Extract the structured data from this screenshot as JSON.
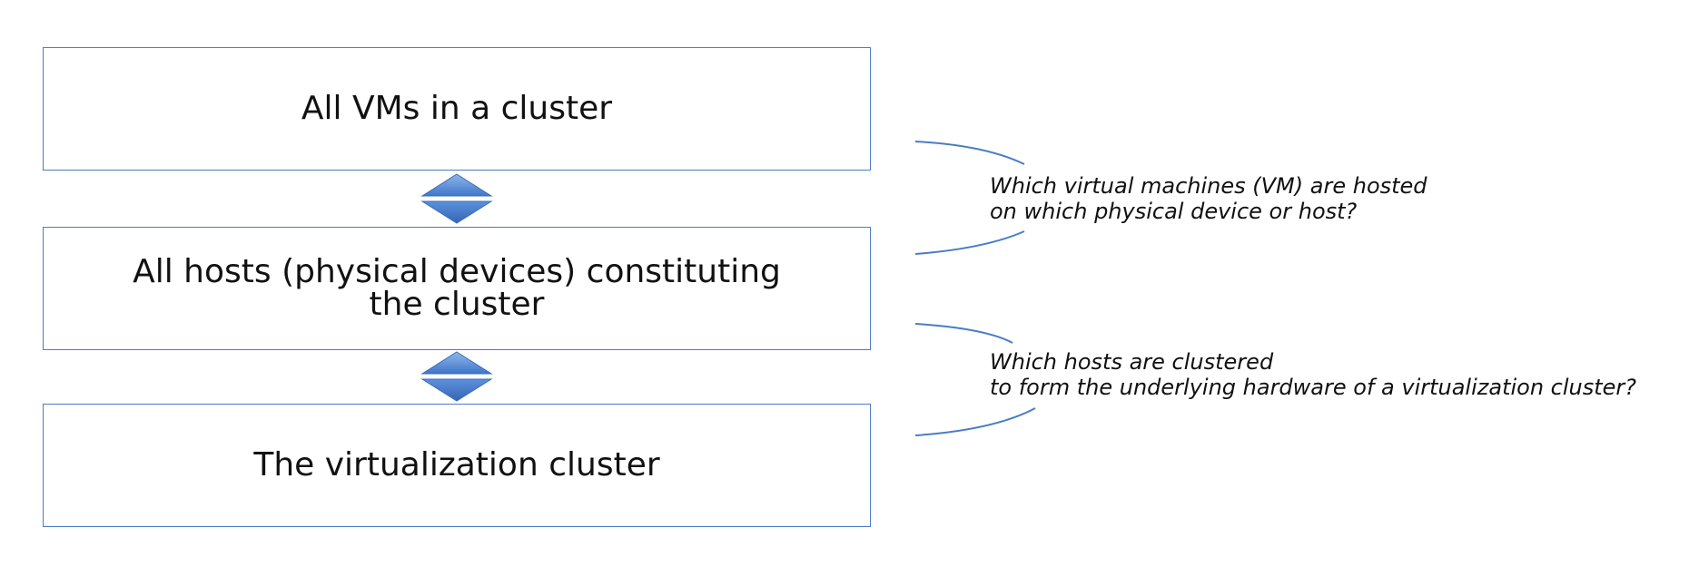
{
  "boxes": {
    "vms": "All VMs in a cluster",
    "hosts": "All hosts (physical devices) constituting the cluster",
    "cluster": "The virtualization cluster"
  },
  "questions": {
    "vm_hosting": {
      "line1": "Which virtual machines (VM) are hosted",
      "line2": "on which physical device or host?"
    },
    "host_clustering": {
      "line1": "Which hosts are clustered",
      "line2": "to form the underlying hardware of a virtualization cluster?"
    }
  },
  "colors": {
    "box_border": "#4a7cc4",
    "connector_fill": "#4f86d4",
    "brace_stroke": "#4a7cc4"
  }
}
